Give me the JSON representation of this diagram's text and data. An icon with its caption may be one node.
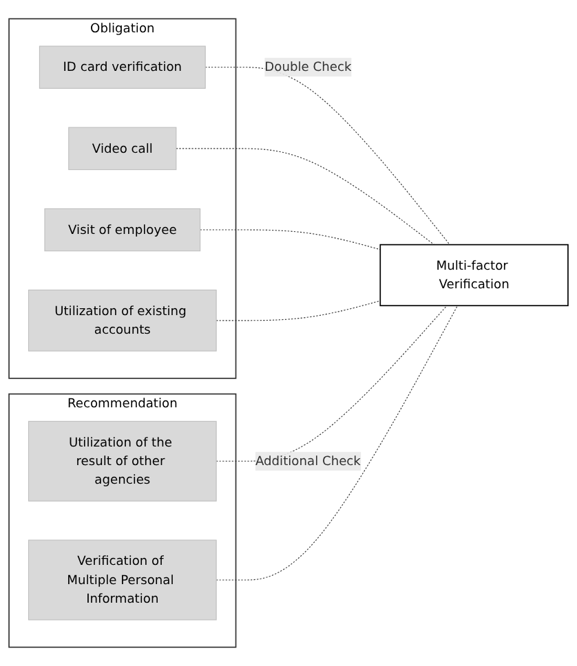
{
  "diagram": {
    "nodes": [
      {
        "text": [
          "Obligation"
        ]
      },
      {
        "text": [
          "ID card verification"
        ],
        "in": 0
      },
      {
        "text": [
          "Video call"
        ],
        "in": 0
      },
      {
        "text": [
          "Visit of employee"
        ],
        "in": 0
      },
      {
        "text": [
          "Utilization of existing accounts"
        ],
        "in": 0
      },
      {
        "text": [
          "Recommendation"
        ]
      },
      {
        "text": [
          "Utilization of the result of other agencies"
        ],
        "in": 5
      },
      {
        "text": [
          "Verification of Multiple Personal Information"
        ],
        "in": 5
      },
      {
        "text": [
          "Multi-factor Verification"
        ]
      }
    ],
    "edges": [
      {
        "from": 1,
        "to": 8,
        "arrow": "none",
        "style": "dashed",
        "label": "Double Check"
      },
      {
        "from": 2,
        "to": 8,
        "arrow": "none",
        "style": "dashed"
      },
      {
        "from": 3,
        "to": 8,
        "arrow": "none",
        "style": "dashed"
      },
      {
        "from": 4,
        "to": 8,
        "arrow": "none",
        "style": "dashed"
      },
      {
        "from": 6,
        "to": 8,
        "arrow": "none",
        "style": "dashed",
        "label": "Additional Check"
      },
      {
        "from": 7,
        "to": 8,
        "arrow": "none",
        "style": "dashed"
      }
    ]
  }
}
